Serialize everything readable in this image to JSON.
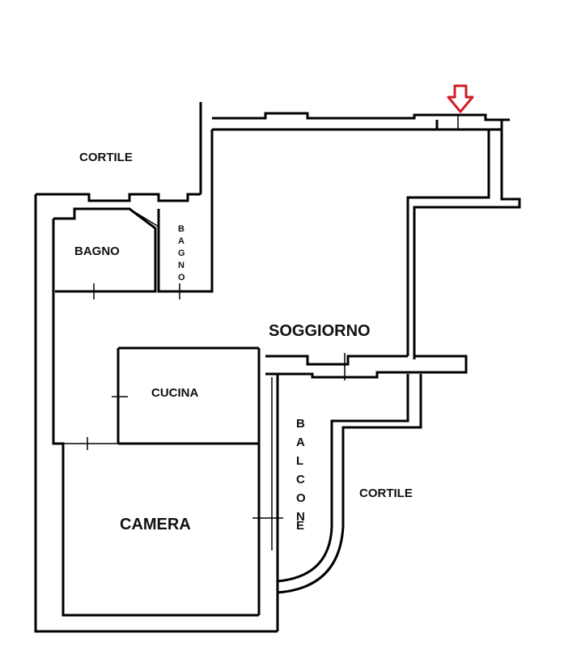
{
  "rooms": {
    "soggiorno": "SOGGIORNO",
    "cucina": "CUCINA",
    "camera": "CAMERA",
    "bagno_main": "BAGNO",
    "bagno_small": [
      "B",
      "A",
      "G",
      "N",
      "O"
    ]
  },
  "outside": {
    "cortile_top": "CORTILE",
    "cortile_right": "CORTILE",
    "balcone": [
      "B",
      "A",
      "L",
      "C",
      "O",
      "N",
      "E"
    ]
  },
  "colors": {
    "wall": "#000000",
    "entrance_marker": "#d01c24"
  },
  "icons": {
    "entrance": "down-arrow-icon"
  }
}
